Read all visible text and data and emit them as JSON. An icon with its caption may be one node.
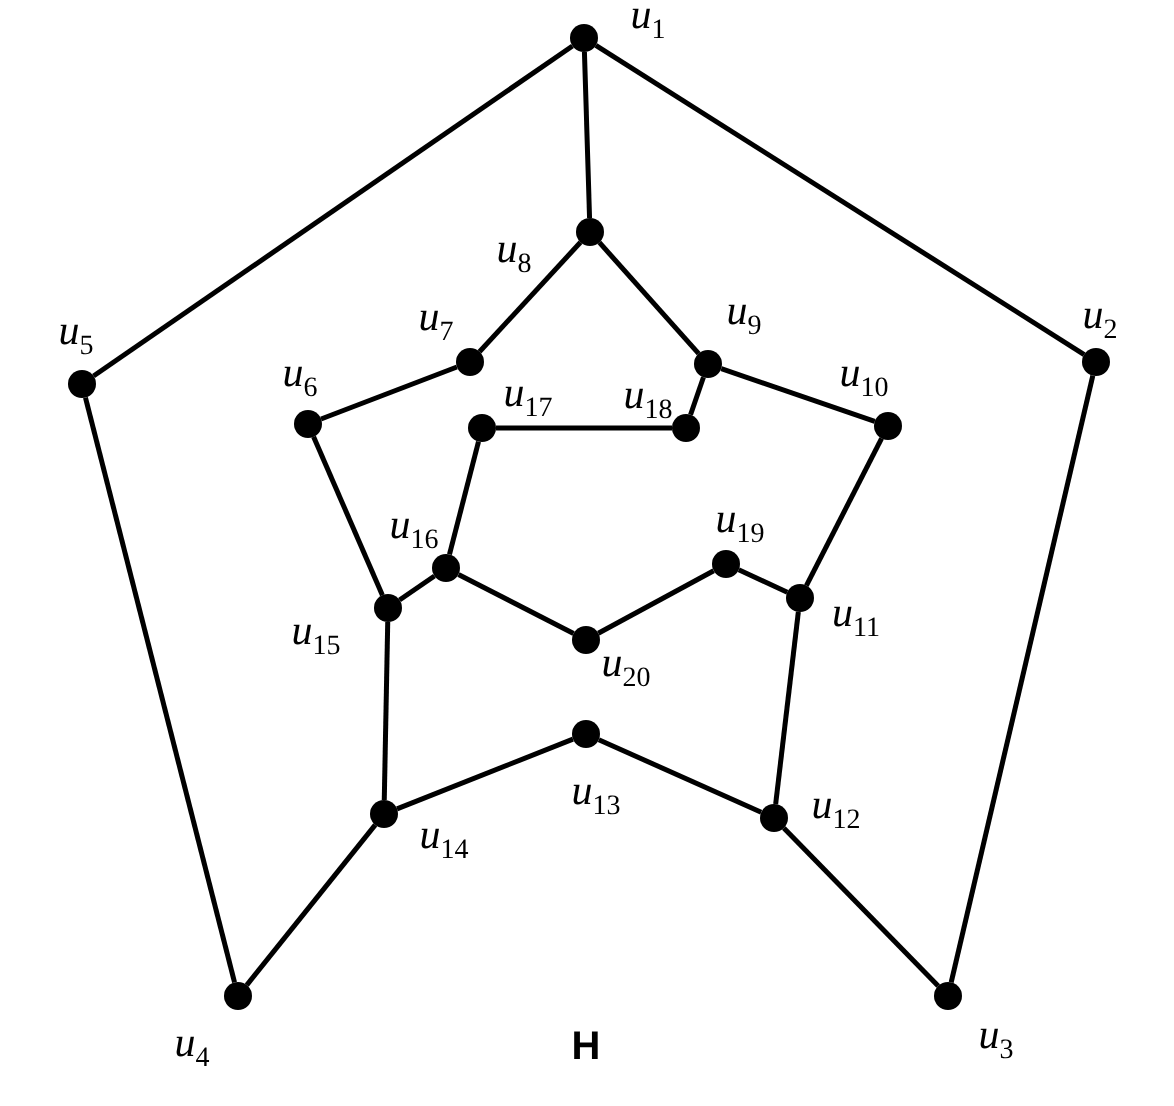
{
  "diagram": {
    "caption": "H",
    "nodes": [
      {
        "text": [],
        "shape": "circle",
        "beside": [
          "u$_{1}$"
        ]
      },
      {
        "text": [],
        "shape": "circle",
        "beside": [
          "u$_{2}$"
        ]
      },
      {
        "text": [],
        "shape": "circle",
        "beside": [
          "u$_{3}$"
        ]
      },
      {
        "text": [],
        "shape": "circle",
        "beside": [
          "u$_{4}$"
        ]
      },
      {
        "text": [],
        "shape": "circle",
        "beside": [
          "u$_{5}$"
        ]
      },
      {
        "text": [],
        "shape": "circle",
        "beside": [
          "u$_{6}$"
        ]
      },
      {
        "text": [],
        "shape": "circle",
        "beside": [
          "u$_{7}$"
        ]
      },
      {
        "text": [],
        "shape": "circle",
        "beside": [
          "u$_{8}$"
        ]
      },
      {
        "text": [],
        "shape": "circle",
        "beside": [
          "u$_{9}$"
        ]
      },
      {
        "text": [],
        "shape": "circle",
        "beside": [
          "u$_{10}$"
        ]
      },
      {
        "text": [],
        "shape": "circle",
        "beside": [
          "u$_{11}$"
        ]
      },
      {
        "text": [],
        "shape": "circle",
        "beside": [
          "u$_{12}$"
        ]
      },
      {
        "text": [],
        "shape": "circle",
        "beside": [
          "u$_{13}$"
        ]
      },
      {
        "text": [],
        "shape": "circle",
        "beside": [
          "u$_{14}$"
        ]
      },
      {
        "text": [],
        "shape": "circle",
        "beside": [
          "u$_{15}$"
        ]
      },
      {
        "text": [],
        "shape": "circle",
        "beside": [
          "u$_{16}$"
        ]
      },
      {
        "text": [],
        "shape": "circle",
        "beside": [
          "u$_{17}$"
        ]
      },
      {
        "text": [],
        "shape": "circle",
        "beside": [
          "u$_{18}$"
        ]
      },
      {
        "text": [],
        "shape": "circle",
        "beside": [
          "u$_{19}$"
        ]
      },
      {
        "text": [],
        "shape": "circle",
        "beside": [
          "u$_{20}$"
        ]
      }
    ],
    "edges": [
      {
        "from": 0,
        "to": 7,
        "arrow": "none"
      },
      {
        "from": 0,
        "to": 4,
        "arrow": "none"
      },
      {
        "from": 0,
        "to": 1,
        "arrow": "none"
      },
      {
        "from": 4,
        "to": 3,
        "arrow": "none"
      },
      {
        "from": 1,
        "to": 2,
        "arrow": "none"
      },
      {
        "from": 3,
        "to": 13,
        "arrow": "none"
      },
      {
        "from": 2,
        "to": 11,
        "arrow": "none"
      },
      {
        "from": 7,
        "to": 6,
        "arrow": "none"
      },
      {
        "from": 7,
        "to": 8,
        "arrow": "none"
      },
      {
        "from": 6,
        "to": 5,
        "arrow": "none"
      },
      {
        "from": 5,
        "to": 14,
        "arrow": "none"
      },
      {
        "from": 8,
        "to": 17,
        "arrow": "none"
      },
      {
        "from": 8,
        "to": 9,
        "arrow": "none"
      },
      {
        "from": 9,
        "to": 10,
        "arrow": "none"
      },
      {
        "from": 17,
        "to": 16,
        "arrow": "none"
      },
      {
        "from": 16,
        "to": 15,
        "arrow": "none"
      },
      {
        "from": 15,
        "to": 14,
        "arrow": "none"
      },
      {
        "from": 15,
        "to": 19,
        "arrow": "none"
      },
      {
        "from": 19,
        "to": 18,
        "arrow": "none"
      },
      {
        "from": 18,
        "to": 10,
        "arrow": "none"
      },
      {
        "from": 10,
        "to": 11,
        "arrow": "none"
      },
      {
        "from": 11,
        "to": 12,
        "arrow": "none"
      },
      {
        "from": 12,
        "to": 13,
        "arrow": "none"
      },
      {
        "from": 13,
        "to": 14,
        "arrow": "none"
      }
    ]
  }
}
